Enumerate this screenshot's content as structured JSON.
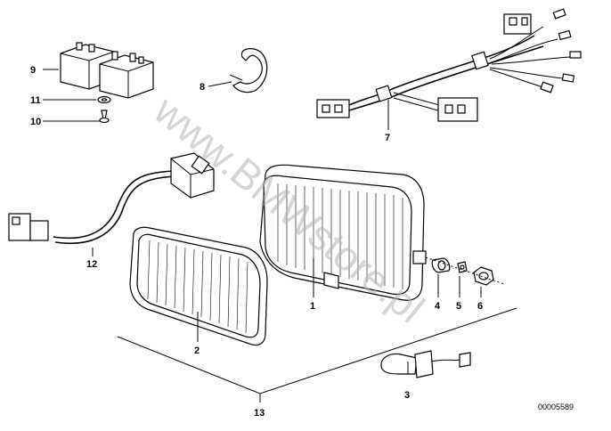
{
  "diagram": {
    "callouts": {
      "p1": "1",
      "p2": "2",
      "p3": "3",
      "p4": "4",
      "p5": "5",
      "p6": "6",
      "p7": "7",
      "p8": "8",
      "p9": "9",
      "p10": "10",
      "p11": "11",
      "p12": "12",
      "p13": "13"
    },
    "watermark": "www.BMWstore.pl",
    "drawing_code": "00005589"
  }
}
